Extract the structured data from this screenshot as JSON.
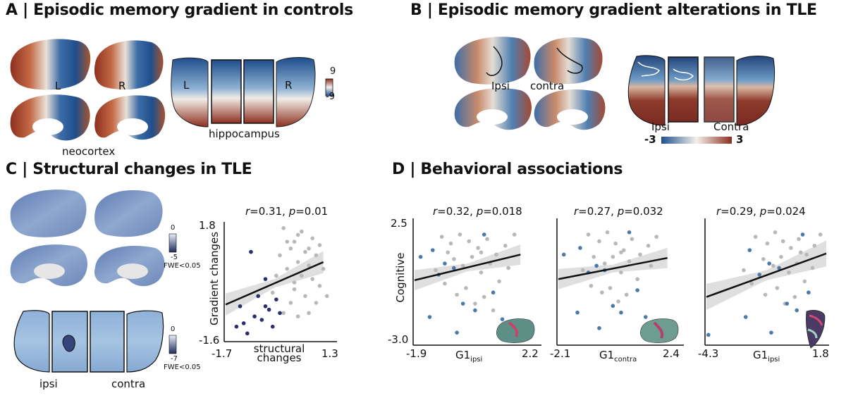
{
  "colors": {
    "blue": "#1f4e8c",
    "red": "#8c2f1f",
    "white": "#f4f1ec",
    "grey_dot": "#b8b8b8",
    "blue_dot": "#4a7aa8",
    "navy_dot": "#2b2d6e"
  },
  "panelA": {
    "title": "A | Episodic memory gradient in controls",
    "L": "L",
    "R": "R",
    "neocortex": "neocortex",
    "hippocampus": "hippocampus",
    "hL": "L",
    "hR": "R",
    "cmax": "9",
    "cmin": "-9"
  },
  "panelB": {
    "title": "B | Episodic memory gradient alterations in TLE",
    "ipsi": "Ipsi",
    "contra": "contra",
    "hipsi": "Ipsi",
    "hcontra": "Contra",
    "cmin": "-3",
    "cmax": "3"
  },
  "panelC": {
    "title": "C | Structural changes in TLE",
    "cb1_top": "0",
    "cb1_bottom": "-5",
    "cb1_fwe": "FWE<0.05",
    "cb2_top": "0",
    "cb2_bottom": "-7",
    "cb2_fwe": "FWE<0.05",
    "ipsi": "ipsi",
    "contra": "contra",
    "stat_r": "r",
    "stat_rval": "=0.31, ",
    "stat_p": "p",
    "stat_pval": "=0.01",
    "ylabel": "Gradient changes",
    "xlabel": "structural changes",
    "ymax": "1.8",
    "ymin": "-1.6",
    "xmin": "-1.7",
    "xmax": "1.3"
  },
  "panelD": {
    "title": "D | Behavioral associations",
    "ylabel": "Cognitive",
    "ymax": "2.5",
    "ymin": "-3.0",
    "plots": [
      {
        "r": "r",
        "rval": "=0.32, ",
        "p": "p",
        "pval": "=0.018",
        "xmin": "-1.9",
        "xmax": "2.2",
        "xlabel": "G1",
        "xsub": "ipsi"
      },
      {
        "r": "r",
        "rval": "=0.27, ",
        "p": "p",
        "pval": "=0.032",
        "xmin": "-2.1",
        "xmax": "2.4",
        "xlabel": "G1",
        "xsub": "contra"
      },
      {
        "r": "r",
        "rval": "=0.29, ",
        "p": "p",
        "pval": "=0.024",
        "xmin": "-4.3",
        "xmax": "1.8",
        "xlabel": "G1",
        "xsub": "ipsi"
      }
    ]
  },
  "chart_data": [
    {
      "type": "scatter",
      "title": "",
      "xlabel": "structural changes",
      "ylabel": "Gradient changes",
      "xlim": [
        -1.7,
        1.3
      ],
      "ylim": [
        -1.6,
        1.8
      ],
      "annotation": "r=0.31, p=0.01",
      "series": [
        {
          "points": [
            [
              -0.1,
              1.7
            ],
            [
              0.3,
              1.5
            ],
            [
              0.4,
              1.6
            ],
            [
              0.2,
              1.3
            ],
            [
              0.7,
              1.4
            ],
            [
              0.9,
              1.2
            ],
            [
              0.1,
              1.1
            ],
            [
              0.5,
              1.0
            ],
            [
              0.8,
              0.9
            ],
            [
              -0.2,
              0.9
            ],
            [
              0.3,
              0.7
            ],
            [
              0.6,
              0.6
            ],
            [
              1.0,
              0.5
            ],
            [
              0.0,
              0.5
            ],
            [
              0.4,
              0.3
            ],
            [
              0.7,
              0.2
            ],
            [
              0.9,
              0.0
            ],
            [
              0.2,
              -0.1
            ],
            [
              0.5,
              -0.3
            ],
            [
              0.8,
              -0.5
            ],
            [
              -0.3,
              0.3
            ],
            [
              0.1,
              -0.5
            ],
            [
              0.6,
              -0.8
            ],
            [
              0.3,
              -0.9
            ],
            [
              1.1,
              -0.3
            ],
            [
              -0.4,
              -0.2
            ],
            [
              0.0,
              1.3
            ],
            [
              0.6,
              1.1
            ],
            [
              0.2,
              0.1
            ],
            [
              -0.1,
              -0.8
            ]
          ]
        },
        {
          "points": [
            [
              -1.0,
              1.0
            ],
            [
              -0.8,
              -0.3
            ],
            [
              -0.6,
              -0.6
            ],
            [
              -0.9,
              -0.9
            ],
            [
              -1.2,
              -1.1
            ],
            [
              -1.4,
              -1.2
            ],
            [
              -1.1,
              -1.4
            ],
            [
              -0.7,
              -1.0
            ],
            [
              -0.5,
              -0.7
            ],
            [
              -0.3,
              -0.4
            ],
            [
              -0.2,
              -0.8
            ],
            [
              -0.6,
              0.2
            ],
            [
              -1.3,
              -0.6
            ],
            [
              -0.4,
              -1.2
            ]
          ]
        }
      ],
      "fit": [
        [
          -1.7,
          -0.55
        ],
        [
          1.0,
          0.7
        ]
      ]
    },
    {
      "type": "scatter",
      "title": "",
      "xlabel": "G1 ipsi",
      "ylabel": "Cognitive",
      "xlim": [
        -1.9,
        2.2
      ],
      "ylim": [
        -3.0,
        2.5
      ],
      "annotation": "r=0.32, p=0.018",
      "series": [
        {
          "points": [
            [
              -1.0,
              1.8
            ],
            [
              -0.7,
              1.5
            ],
            [
              -0.4,
              1.9
            ],
            [
              -0.1,
              1.6
            ],
            [
              0.2,
              1.3
            ],
            [
              0.5,
              1.7
            ],
            [
              0.8,
              1.0
            ],
            [
              1.1,
              1.4
            ],
            [
              -0.6,
              0.8
            ],
            [
              -0.3,
              0.5
            ],
            [
              0.0,
              0.9
            ],
            [
              0.3,
              0.2
            ],
            [
              0.6,
              0.6
            ],
            [
              0.9,
              -0.2
            ],
            [
              1.2,
              0.4
            ],
            [
              -0.9,
              -0.3
            ],
            [
              -0.5,
              -0.8
            ],
            [
              -0.2,
              -0.5
            ],
            [
              0.1,
              -1.2
            ],
            [
              0.4,
              -0.9
            ],
            [
              0.7,
              -1.5
            ],
            [
              -1.2,
              0.3
            ],
            [
              -0.8,
              1.1
            ],
            [
              0.3,
              1.1
            ],
            [
              1.4,
              1.9
            ]
          ]
        },
        {
          "points": [
            [
              -1.7,
              0.9
            ],
            [
              -1.4,
              -1.8
            ],
            [
              -1.1,
              0.1
            ],
            [
              -0.9,
              0.6
            ],
            [
              -0.6,
              0.4
            ],
            [
              -0.3,
              -1.2
            ],
            [
              0.1,
              -1.5
            ],
            [
              0.4,
              1.9
            ],
            [
              0.7,
              -0.7
            ],
            [
              -0.5,
              -2.5
            ],
            [
              1.0,
              -1.9
            ],
            [
              -1.3,
              1.2
            ]
          ]
        }
      ],
      "fit": [
        [
          -1.9,
          -0.15
        ],
        [
          1.6,
          1.0
        ]
      ]
    },
    {
      "type": "scatter",
      "title": "",
      "xlabel": "G1 contra",
      "ylabel": "Cognitive",
      "xlim": [
        -2.1,
        2.4
      ],
      "ylim": [
        -3.0,
        2.5
      ],
      "annotation": "r=0.27, p=0.032",
      "series": [
        {
          "points": [
            [
              -1.0,
              1.9
            ],
            [
              -0.6,
              1.6
            ],
            [
              -0.3,
              2.0
            ],
            [
              0.0,
              1.5
            ],
            [
              0.3,
              1.2
            ],
            [
              0.6,
              1.7
            ],
            [
              0.9,
              1.0
            ],
            [
              1.2,
              1.4
            ],
            [
              -0.8,
              0.9
            ],
            [
              -0.4,
              0.6
            ],
            [
              -0.1,
              0.9
            ],
            [
              0.2,
              0.2
            ],
            [
              0.5,
              0.7
            ],
            [
              0.8,
              -0.1
            ],
            [
              1.3,
              0.5
            ],
            [
              -0.9,
              -0.4
            ],
            [
              -0.5,
              -0.7
            ],
            [
              -0.2,
              -0.5
            ],
            [
              0.1,
              -1.1
            ],
            [
              0.4,
              -0.8
            ],
            [
              -1.2,
              0.3
            ],
            [
              0.2,
              1.1
            ],
            [
              1.5,
              1.8
            ]
          ]
        },
        {
          "points": [
            [
              -1.9,
              1.0
            ],
            [
              -1.4,
              -1.6
            ],
            [
              -1.0,
              0.2
            ],
            [
              -0.7,
              0.5
            ],
            [
              -0.4,
              0.3
            ],
            [
              -0.1,
              -1.3
            ],
            [
              0.2,
              -1.6
            ],
            [
              0.5,
              2.0
            ],
            [
              0.8,
              -0.6
            ],
            [
              -0.6,
              -2.3
            ],
            [
              1.1,
              -1.8
            ],
            [
              -1.3,
              1.3
            ]
          ]
        }
      ],
      "fit": [
        [
          -2.1,
          -0.1
        ],
        [
          1.9,
          0.85
        ]
      ]
    },
    {
      "type": "scatter",
      "title": "",
      "xlabel": "G1 ipsi",
      "ylabel": "Cognitive",
      "xlim": [
        -4.3,
        1.8
      ],
      "ylim": [
        -3.0,
        2.5
      ],
      "annotation": "r=0.29, p=0.024",
      "series": [
        {
          "points": [
            [
              -1.8,
              1.8
            ],
            [
              -1.2,
              1.5
            ],
            [
              -0.8,
              2.0
            ],
            [
              -0.4,
              1.6
            ],
            [
              0.0,
              1.3
            ],
            [
              0.4,
              1.7
            ],
            [
              0.8,
              1.0
            ],
            [
              1.2,
              1.4
            ],
            [
              -1.4,
              0.8
            ],
            [
              -0.9,
              0.5
            ],
            [
              -0.5,
              0.9
            ],
            [
              -0.1,
              0.2
            ],
            [
              0.3,
              0.6
            ],
            [
              0.7,
              -0.2
            ],
            [
              1.1,
              0.4
            ],
            [
              -2.0,
              -0.3
            ],
            [
              -1.3,
              -0.8
            ],
            [
              -0.7,
              -0.5
            ],
            [
              -0.3,
              -1.2
            ],
            [
              0.2,
              -0.9
            ],
            [
              -2.4,
              0.3
            ],
            [
              0.5,
              1.1
            ],
            [
              1.5,
              1.9
            ]
          ]
        },
        {
          "points": [
            [
              -4.2,
              -2.6
            ],
            [
              -2.3,
              -1.8
            ],
            [
              -1.6,
              0.1
            ],
            [
              -1.1,
              0.6
            ],
            [
              -0.6,
              0.4
            ],
            [
              -0.2,
              -1.2
            ],
            [
              0.3,
              -1.5
            ],
            [
              0.6,
              1.9
            ],
            [
              0.9,
              -0.7
            ],
            [
              -1.0,
              -2.5
            ],
            [
              1.3,
              -1.9
            ],
            [
              -2.1,
              1.2
            ]
          ]
        }
      ],
      "fit": [
        [
          -4.3,
          -0.9
        ],
        [
          1.8,
          1.05
        ]
      ]
    }
  ]
}
